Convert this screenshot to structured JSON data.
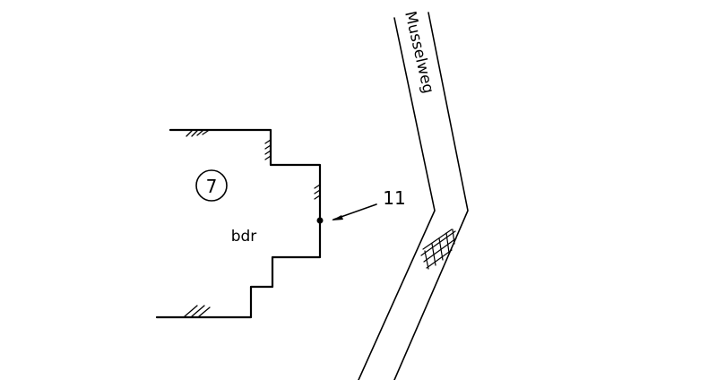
{
  "parcel": {
    "number": "7",
    "usage_label": "bdr"
  },
  "point": {
    "label": "11"
  },
  "street": {
    "name": "Musselweg"
  },
  "colors": {
    "ink": "#000000",
    "paper": "#ffffff"
  }
}
